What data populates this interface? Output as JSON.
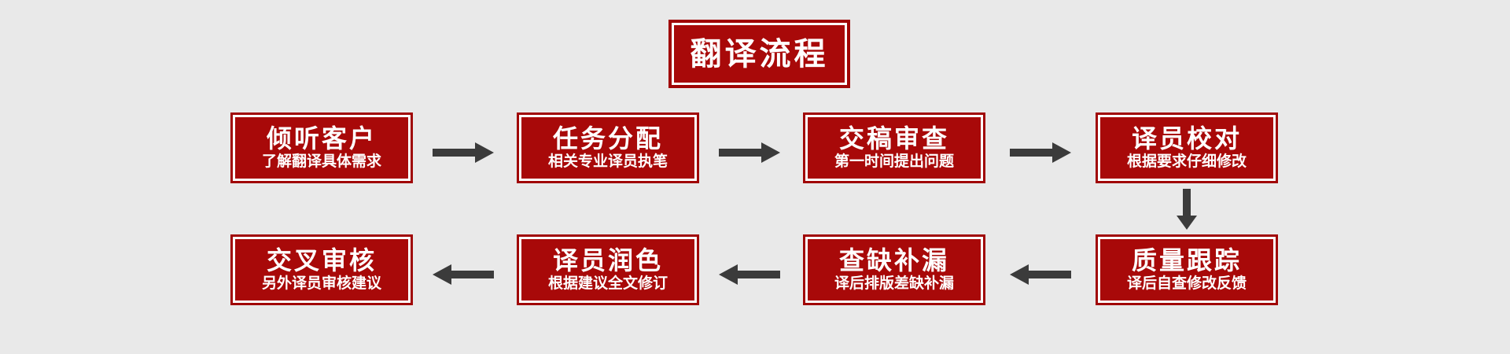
{
  "background_color": "#e9e9e9",
  "accent_color": "#a80909",
  "border_color": "#a00505",
  "arrow_color": "#3b3b3b",
  "header": {
    "title": "翻译流程"
  },
  "flow": {
    "steps": [
      {
        "id": "listen-client",
        "title": "倾听客户",
        "subtitle": "了解翻译具体需求"
      },
      {
        "id": "task-assignment",
        "title": "任务分配",
        "subtitle": "相关专业译员执笔"
      },
      {
        "id": "submission-review",
        "title": "交稿审查",
        "subtitle": "第一时间提出问题"
      },
      {
        "id": "translator-proofread",
        "title": "译员校对",
        "subtitle": "根据要求仔细修改"
      },
      {
        "id": "quality-tracking",
        "title": "质量跟踪",
        "subtitle": "译后自查修改反馈"
      },
      {
        "id": "gap-check",
        "title": "查缺补漏",
        "subtitle": "译后排版差缺补漏"
      },
      {
        "id": "translator-polish",
        "title": "译员润色",
        "subtitle": "根据建议全文修订"
      },
      {
        "id": "cross-review",
        "title": "交叉审核",
        "subtitle": "另外译员审核建议"
      }
    ],
    "connectors": [
      {
        "id": "arrow-1-to-2",
        "direction": "right"
      },
      {
        "id": "arrow-2-to-3",
        "direction": "right"
      },
      {
        "id": "arrow-3-to-4",
        "direction": "right"
      },
      {
        "id": "arrow-4-to-5",
        "direction": "down"
      },
      {
        "id": "arrow-5-to-6",
        "direction": "left"
      },
      {
        "id": "arrow-6-to-7",
        "direction": "left"
      },
      {
        "id": "arrow-7-to-8",
        "direction": "left"
      }
    ]
  }
}
